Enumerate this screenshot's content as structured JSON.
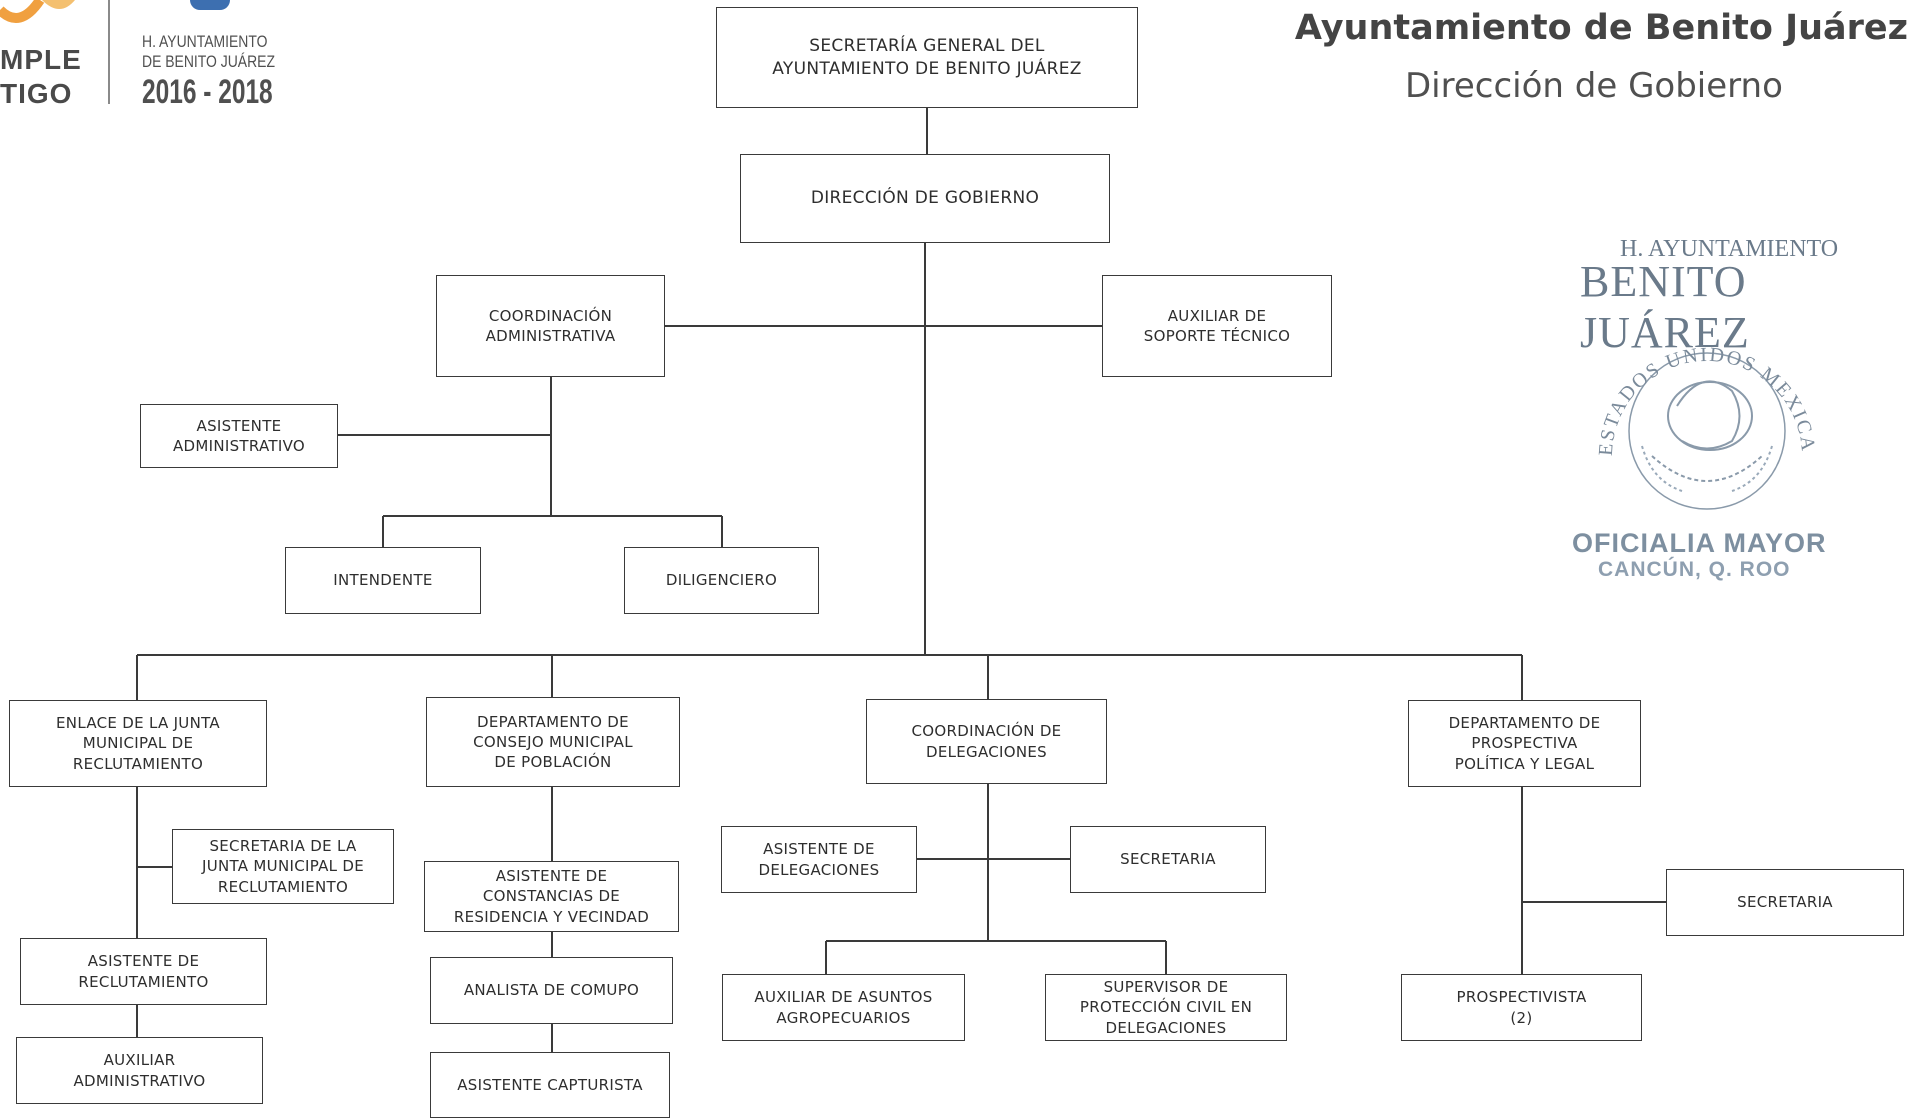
{
  "header": {
    "logo_line1": "MPLE",
    "logo_line2": "TIGO",
    "ayuntamiento_line1": "H. AYUNTAMIENTO",
    "ayuntamiento_line2": "DE BENITO JUÁREZ",
    "years": "2016 - 2018",
    "title": "Ayuntamiento de Benito Juárez",
    "subtitle": "Dirección de Gobierno"
  },
  "stamp": {
    "line1": "H. AYUNTAMIENTO",
    "line2": "BENITO JUÁREZ",
    "ring_text": "ESTADOS UNIDOS MEXICANOS",
    "line3": "OFICIALIA MAYOR",
    "line4": "CANCÚN, Q. ROO"
  },
  "org": {
    "secretaria_general": "SECRETARÍA GENERAL DEL\nAYUNTAMIENTO DE BENITO JUÁREZ",
    "direccion": "DIRECCIÓN DE GOBIERNO",
    "coord_admin": "COORDINACIÓN\nADMINISTRATIVA",
    "auxiliar_soporte": "AUXILIAR  DE\nSOPORTE  TÉCNICO",
    "asistente_admin": "ASISTENTE\nADMINISTRATIVO",
    "intendente": "INTENDENTE",
    "diligenciero": "DILIGENCIERO",
    "enlace_junta": "ENLACE  DE LA JUNTA\nMUNICIPAL  DE\nRECLUTAMIENTO",
    "depto_consejo": "DEPARTAMENTO  DE\nCONSEJO  MUNICIPAL\nDE POBLACIÓN",
    "coord_delegaciones": "COORDINACIÓN  DE\nDELEGACIONES",
    "depto_prospectiva": "DEPARTAMENTO  DE\nPROSPECTIVA\nPOLÍTICA  Y LEGAL",
    "secretaria_junta": "SECRETARIA  DE LA\nJUNTA  MUNICIPAL  DE\nRECLUTAMIENTO",
    "asistente_reclutamiento": "ASISTENTE  DE\nRECLUTAMIENTO",
    "auxiliar_admin": "AUXILIAR\nADMINISTRATIVO",
    "asistente_constancias": "ASISTENTE  DE\nCONSTANCIAS  DE\nRESIDENCIA  Y VECINDAD",
    "analista": "ANALISTA  DE COMUPO",
    "asistente_capturista": "ASISTENTE  CAPTURISTA",
    "asistente_delegaciones": "ASISTENTE  DE\nDELEGACIONES",
    "secretaria_deleg": "SECRETARIA",
    "auxiliar_agro": "AUXILIAR  DE ASUNTOS\nAGROPECUARIOS",
    "supervisor_pc": "SUPERVISOR  DE\nPROTECCIÓN  CIVIL  EN\nDELEGACIONES",
    "secretaria_prosp": "SECRETARIA",
    "prospectivista": "PROSPECTIVISTA\n(2)"
  }
}
